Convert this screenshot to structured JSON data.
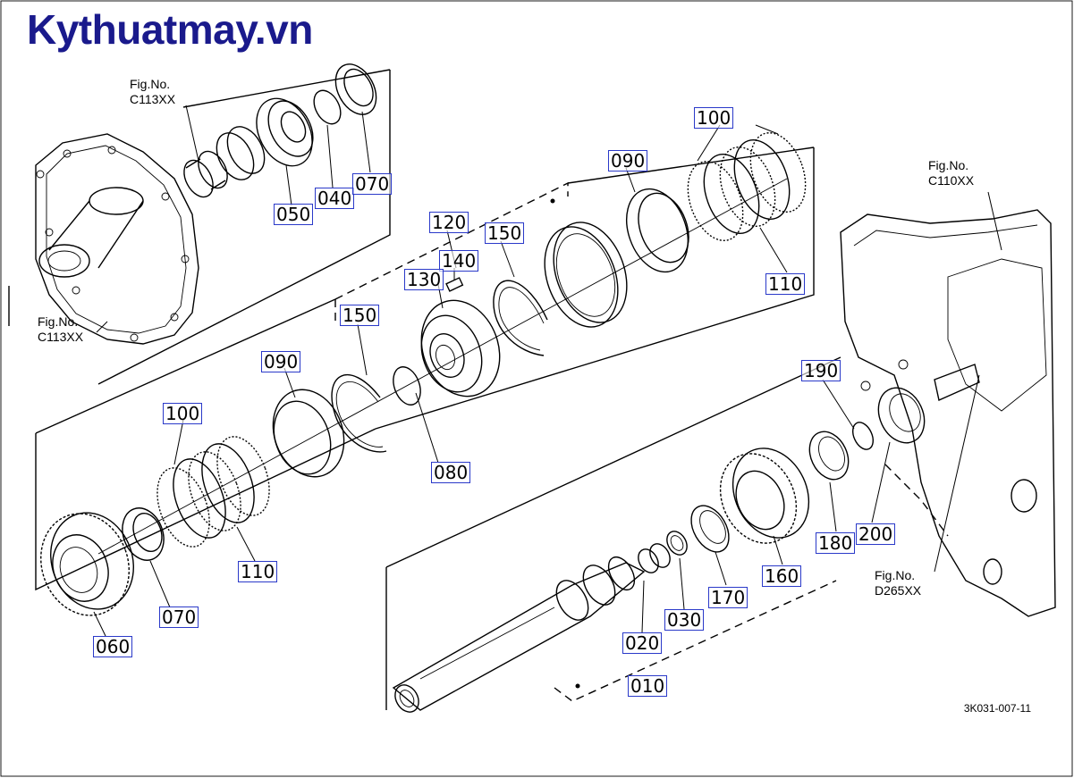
{
  "watermark": "Kythuatmay.vn",
  "drawing_code": "3K031-007-11",
  "figure_refs": [
    {
      "id": "c113-top",
      "lines": [
        "Fig.No.",
        "C113XX"
      ]
    },
    {
      "id": "c113-left",
      "lines": [
        "Fig.No.",
        "C113XX"
      ]
    },
    {
      "id": "c110",
      "lines": [
        "Fig.No.",
        "C110XX"
      ]
    },
    {
      "id": "d265",
      "lines": [
        "Fig.No.",
        "D265XX"
      ]
    }
  ],
  "callouts": [
    {
      "id": "050",
      "label": "050"
    },
    {
      "id": "040",
      "label": "040"
    },
    {
      "id": "070-top",
      "label": "070"
    },
    {
      "id": "120",
      "label": "120"
    },
    {
      "id": "140",
      "label": "140"
    },
    {
      "id": "130",
      "label": "130"
    },
    {
      "id": "150-right",
      "label": "150"
    },
    {
      "id": "150-left",
      "label": "150"
    },
    {
      "id": "090-right",
      "label": "090"
    },
    {
      "id": "090-left",
      "label": "090"
    },
    {
      "id": "100-right",
      "label": "100"
    },
    {
      "id": "110-right",
      "label": "110"
    },
    {
      "id": "100-left",
      "label": "100"
    },
    {
      "id": "110-left",
      "label": "110"
    },
    {
      "id": "080",
      "label": "080"
    },
    {
      "id": "070-left",
      "label": "070"
    },
    {
      "id": "060",
      "label": "060"
    },
    {
      "id": "190",
      "label": "190"
    },
    {
      "id": "200",
      "label": "200"
    },
    {
      "id": "180",
      "label": "180"
    },
    {
      "id": "160",
      "label": "160"
    },
    {
      "id": "170",
      "label": "170"
    },
    {
      "id": "030",
      "label": "030"
    },
    {
      "id": "020",
      "label": "020"
    },
    {
      "id": "010",
      "label": "010"
    }
  ]
}
